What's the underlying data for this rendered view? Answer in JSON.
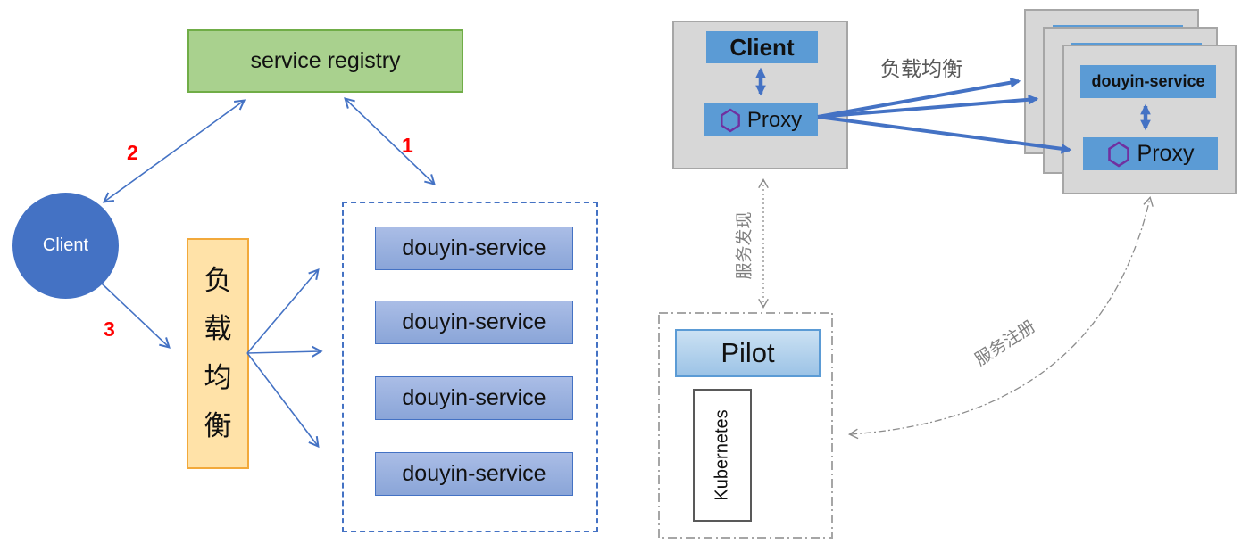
{
  "left": {
    "registry_label": "service registry",
    "client_label": "Client",
    "load_balancer_label": "负载均衡",
    "services": [
      "douyin-service",
      "douyin-service",
      "douyin-service",
      "douyin-service"
    ],
    "step1": "1",
    "step2": "2",
    "step3": "3"
  },
  "right": {
    "client_label": "Client",
    "proxy_label": "Proxy",
    "load_balance_label": "负载均衡",
    "stack": {
      "service_label": "douyin-service",
      "proxy_label": "Proxy"
    },
    "service_discovery_label": "服务发现",
    "service_registration_label": "服务注册",
    "pilot_label": "Pilot",
    "kubernetes_label": "Kubernetes"
  },
  "colors": {
    "registry_fill": "#a9d18e",
    "registry_border": "#70ad47",
    "client_circle_fill": "#4472c4",
    "service_box_fill": "#8faadc",
    "load_balancer_fill": "#ffe2a8",
    "load_balancer_border": "#f2a93b",
    "right_box_blue": "#5b9bd5",
    "arrow_blue": "#4472c4",
    "gray_container": "#d7d7d7",
    "gray_border": "#a6a6a6",
    "step_number_red": "#ff0000",
    "hexagon_purple": "#7030a0",
    "gray_label_text": "#808080"
  }
}
